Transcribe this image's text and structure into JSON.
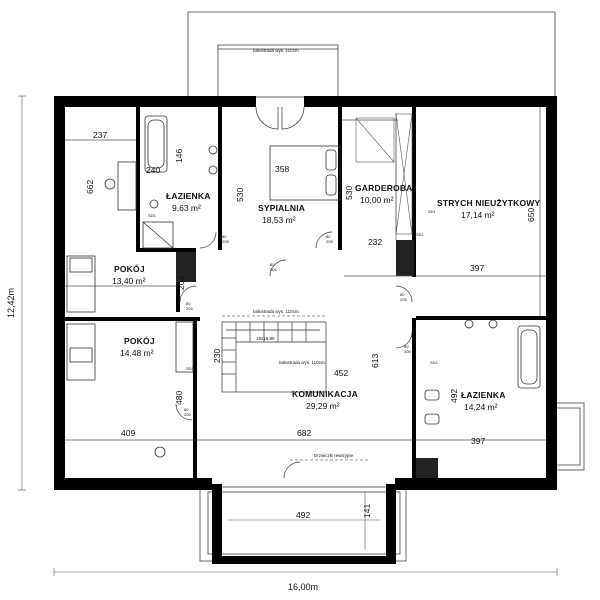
{
  "rooms": {
    "pokoj_top": {
      "name": "POKÓJ",
      "area": "13,40 m²"
    },
    "lazienka_top": {
      "name": "ŁAZIENKA",
      "area": "9,63 m²"
    },
    "sypialnia": {
      "name": "SYPIALNIA",
      "area": "18,53 m²"
    },
    "garderoba": {
      "name": "GARDEROBA",
      "area": "10,00 m²"
    },
    "strych": {
      "name": "STRYCH NIEUŻYTKOWY",
      "area": "17,14 m²"
    },
    "pokoj_bottom": {
      "name": "POKÓJ",
      "area": "14,48 m²"
    },
    "komunikacja": {
      "name": "KOMUNIKACJA",
      "area": "29,29 m²"
    },
    "lazienka_bottom": {
      "name": "ŁAZIENKA",
      "area": "14,24 m²"
    }
  },
  "dimensions": {
    "d237": "237",
    "d240": "240",
    "d146": "146",
    "d358": "358",
    "d662": "662",
    "d530a": "530",
    "d530b": "530",
    "d650": "650",
    "d232": "232",
    "d397a": "397",
    "d204": "204",
    "d230": "230",
    "d613": "613",
    "d452": "452",
    "d480": "480",
    "d492a": "492",
    "d409": "409",
    "d682": "682",
    "d397b": "397",
    "d492b": "492",
    "d141": "141"
  },
  "overall": {
    "height": "12,42m",
    "width": "16,00m"
  },
  "notes": {
    "balustrade_top": "balustrada wys. 110cm",
    "balustrade_mid": "balustrada wys. 110cm",
    "balustrade_stair": "balustrada wys. 110cm",
    "drzwiczki": "Drzwiczki rewizyjne",
    "stairs": "18x16,80",
    "sd1a": "SD1",
    "sd1b": "SD1",
    "sd1c": "SD1",
    "sd1d": "SD1",
    "sd1e": "SD1",
    "door_a_w": "80",
    "door_a_h": "205",
    "door_b_w": "80",
    "door_b_h": "205",
    "door_c_w": "80",
    "door_c_h": "205",
    "door_d_w": "80",
    "door_d_h": "205",
    "door_e_w": "80",
    "door_e_h": "205",
    "door_f_w": "80",
    "door_f_h": "205",
    "door_g_w": "80",
    "door_g_h": "205"
  },
  "colors": {
    "wall": "#000000",
    "line": "#333333",
    "background": "#ffffff"
  }
}
